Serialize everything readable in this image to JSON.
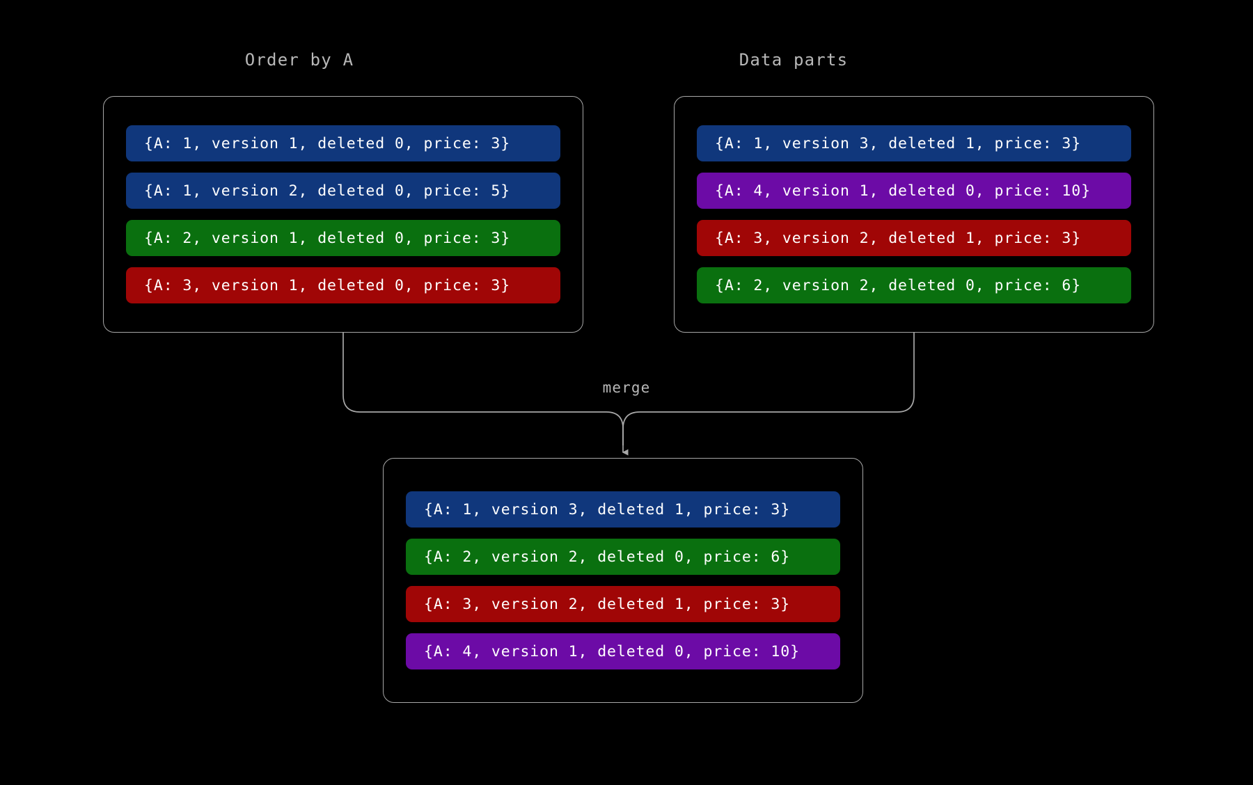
{
  "diagram": {
    "title": "merge",
    "background_color": "#000000",
    "border_color": "#a8a8a8",
    "text_color": "#ffffff",
    "label_color": "#b8b8b8",
    "colors": {
      "blue": "#10377c",
      "green": "#0a700f",
      "red": "#a00606",
      "purple": "#6c0ba6"
    }
  },
  "panels": {
    "order_by_a": {
      "title": "Order by A",
      "rows": [
        {
          "text": "{A: 1, version 1, deleted 0, price: 3}",
          "color": "blue"
        },
        {
          "text": "{A: 1, version 2, deleted 0, price: 5}",
          "color": "blue"
        },
        {
          "text": "{A: 2, version 1, deleted 0, price: 3}",
          "color": "green"
        },
        {
          "text": "{A: 3, version 1, deleted 0, price: 3}",
          "color": "red"
        }
      ]
    },
    "data_parts": {
      "title": "Data parts",
      "rows": [
        {
          "text": "{A: 1, version 3, deleted 1, price: 3}",
          "color": "blue"
        },
        {
          "text": "{A: 4, version 1, deleted 0, price: 10}",
          "color": "purple"
        },
        {
          "text": "{A: 3, version 2, deleted 1, price: 3}",
          "color": "red"
        },
        {
          "text": "{A: 2, version 2, deleted 0, price: 6}",
          "color": "green"
        }
      ]
    },
    "merged": {
      "title": "",
      "rows": [
        {
          "text": "{A: 1, version 3, deleted 1, price: 3}",
          "color": "blue"
        },
        {
          "text": "{A: 2, version 2, deleted 0, price: 6}",
          "color": "green"
        },
        {
          "text": "{A: 3, version 2, deleted 1, price: 3}",
          "color": "red"
        },
        {
          "text": "{A: 4, version 1, deleted 0, price: 10}",
          "color": "purple"
        }
      ]
    }
  },
  "connector": {
    "label": "merge",
    "arrow_direction": "down"
  }
}
